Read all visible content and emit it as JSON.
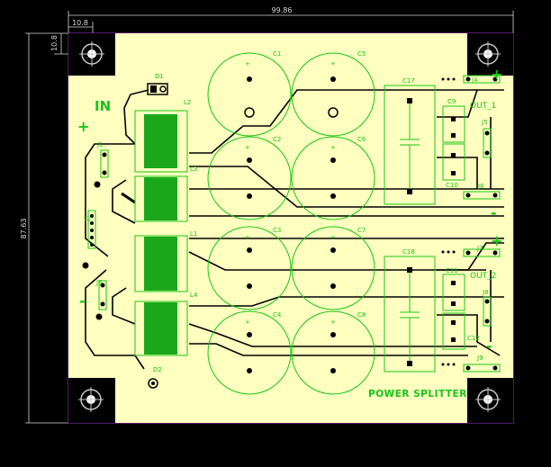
{
  "dimensions": {
    "width": "99.86",
    "height": "87.63",
    "hole_offset_x": "10.8",
    "hole_offset_y": "10.8"
  },
  "board_title": "POWER SPLITTER",
  "labels": {
    "input": "IN",
    "out1": "OUT_1",
    "out2": "OUT_2",
    "plus": "+",
    "minus": "-"
  },
  "components": {
    "capacitors": [
      "C1",
      "C5",
      "C2",
      "C6",
      "C3",
      "C7",
      "C4",
      "C8",
      "C17",
      "C18",
      "C9",
      "C10",
      "C11",
      "C12"
    ],
    "inductors": [
      "L2",
      "L3",
      "L1",
      "L4"
    ],
    "diodes": [
      "D1",
      "D2"
    ],
    "connectors": [
      "J1",
      "J2",
      "J3",
      "J4",
      "J5",
      "J6",
      "J7",
      "J8",
      "J9"
    ]
  },
  "colors": {
    "board": "#ffffc0",
    "background": "#000000",
    "copper_trace": "#000000",
    "silkscreen": "#18c418",
    "outline": "#8a2aa8",
    "dimension": "#d8d8d8"
  }
}
